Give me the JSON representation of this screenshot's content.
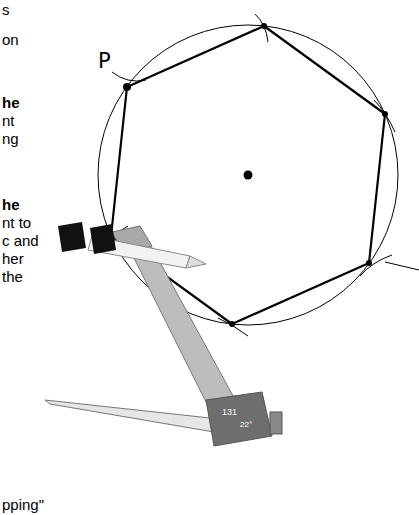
{
  "diagram": {
    "labels": [
      "s",
      "on",
      "he",
      "nt",
      "ng",
      "he",
      "nt to",
      "c and",
      "her",
      "the",
      "pping\"",
      "P",
      "131",
      "22°"
    ]
  }
}
